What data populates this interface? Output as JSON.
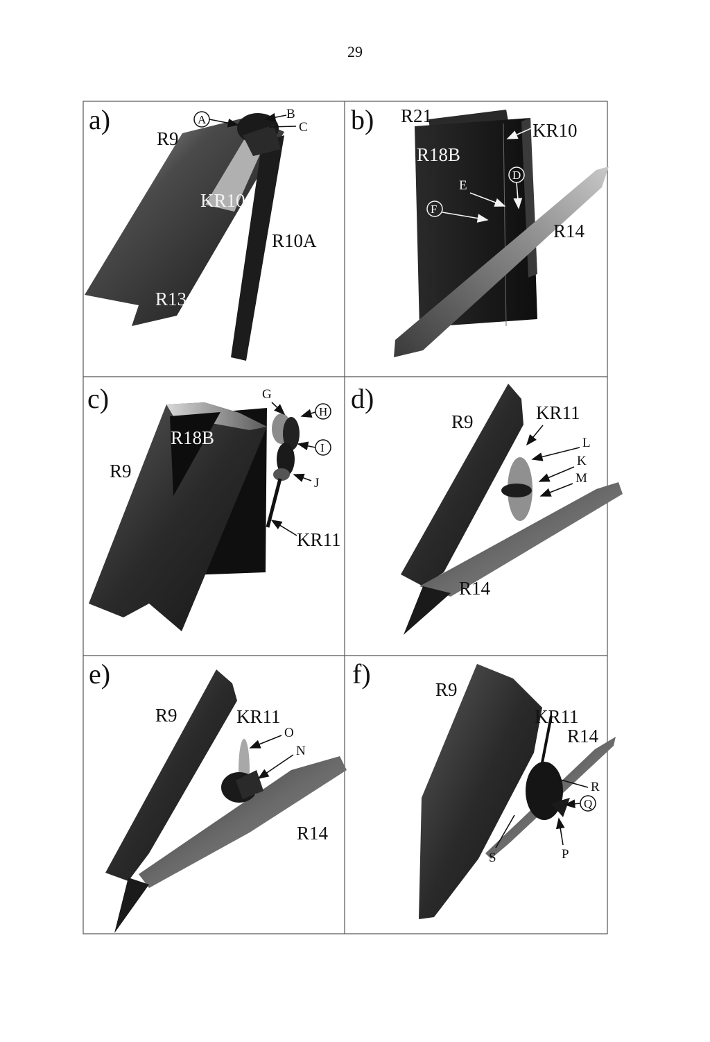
{
  "page_number": "29",
  "panels": {
    "a": {
      "label": "a)",
      "R9": "R9",
      "A": "A",
      "B": "B",
      "C": "C",
      "KR10": "KR10",
      "R10A": "R10A",
      "R13": "R13"
    },
    "b": {
      "label": "b)",
      "R21": "R21",
      "KR10": "KR10",
      "R18B": "R18B",
      "D": "D",
      "E": "E",
      "F": "F",
      "R14": "R14"
    },
    "c": {
      "label": "c)",
      "R9": "R9",
      "R18B": "R18B",
      "G": "G",
      "H": "H",
      "I": "I",
      "J": "J",
      "KR11": "KR11"
    },
    "d": {
      "label": "d)",
      "R9": "R9",
      "KR11": "KR11",
      "L": "L",
      "K": "K",
      "M": "M",
      "R14": "R14"
    },
    "e": {
      "label": "e)",
      "R9": "R9",
      "KR11": "KR11",
      "O": "O",
      "N": "N",
      "R14": "R14"
    },
    "f": {
      "label": "f)",
      "R9": "R9",
      "KR11": "KR11",
      "R14": "R14",
      "R": "R",
      "Q": "Q",
      "P": "P",
      "S": "S"
    }
  }
}
